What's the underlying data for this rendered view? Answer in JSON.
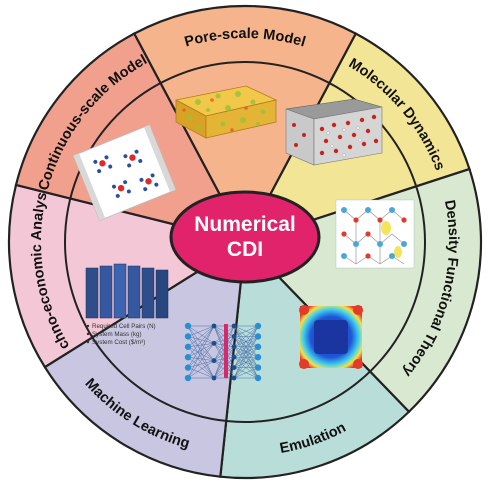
{
  "center": {
    "line1": "Numerical",
    "line2": "CDI"
  },
  "segments": [
    {
      "id": "pore-scale-model",
      "label": "Pore-scale Model",
      "color": "#f6b48c"
    },
    {
      "id": "molecular-dynamics",
      "label": "Molecular Dynamics",
      "color": "#f2e595"
    },
    {
      "id": "density-functional-theory",
      "label": "Density Functional Theory",
      "color": "#d9e8d0"
    },
    {
      "id": "emulation",
      "label": "Emulation",
      "color": "#b9ddd9"
    },
    {
      "id": "machine-learning",
      "label": "Machine Learning",
      "color": "#c8c6e0"
    },
    {
      "id": "techno-economic-analysis",
      "label": "Techno-economic Analysis",
      "color": "#f3c7d6"
    },
    {
      "id": "continuous-scale-model",
      "label": "Continuous-scale Model",
      "color": "#f1a08e"
    }
  ],
  "techno_economic_bullets": [
    "Required Cell Pairs (N)",
    "System Mass (kg)",
    "System Cost ($/m³)"
  ],
  "colors": {
    "center_fill": "#e0236b",
    "center_stroke": "#222222",
    "outline": "#222222"
  }
}
